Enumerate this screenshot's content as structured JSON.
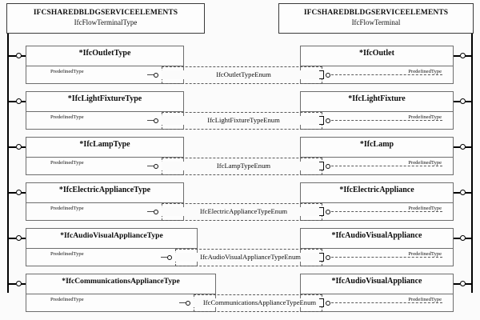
{
  "diagram": {
    "type": "ifc-express-g",
    "background": "#fbfbfb",
    "line_color": "#000000",
    "box_border": "#6e6e6e"
  },
  "headers": {
    "left": {
      "schema": "IFCSHAREDBLDGSERVICEELEMENTS",
      "entity": "IfcFlowTerminalType"
    },
    "right": {
      "schema": "IFCSHAREDBLDGSERVICEELEMENTS",
      "entity": "IfcFlowTerminal"
    }
  },
  "attribute_label": "PredefinedType",
  "rows": [
    {
      "left_entity": "*IfcOutletType",
      "right_entity": "*IfcOutlet",
      "enum": "IfcOutletTypeEnum",
      "left_attribute": "PredefinedType",
      "right_attribute": "PredefinedType"
    },
    {
      "left_entity": "*IfcLightFixtureType",
      "right_entity": "*IfcLightFixture",
      "enum": "IfcLightFixtureTypeEnum",
      "left_attribute": "PredefinedType",
      "right_attribute": "PredefinedType"
    },
    {
      "left_entity": "*IfcLampType",
      "right_entity": "*IfcLamp",
      "enum": "IfcLampTypeEnum",
      "left_attribute": "PredefinedType",
      "right_attribute": "PredefinedType"
    },
    {
      "left_entity": "*IfcElectricApplianceType",
      "right_entity": "*IfcElectricAppliance",
      "enum": "IfcElectricApplianceTypeEnum",
      "left_attribute": "PredefinedType",
      "right_attribute": "PredefinedType"
    },
    {
      "left_entity": "*IfcAudioVisualApplianceType",
      "right_entity": "*IfcAudioVisualAppliance",
      "enum": "IfcAudioVisualApplianceTypeEnum",
      "left_attribute": "PredefinedType",
      "right_attribute": "PredefinedType"
    },
    {
      "left_entity": "*IfcCommunicationsApplianceType",
      "right_entity": "*IfcAudioVisualAppliance",
      "enum": "IfcCommunicationsApplianceTypeEnum",
      "left_attribute": "PredefinedType",
      "right_attribute": "PredefinedType"
    }
  ]
}
